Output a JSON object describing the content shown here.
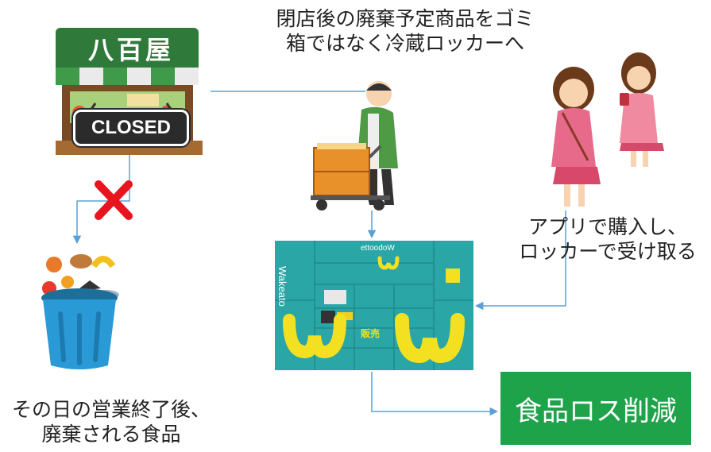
{
  "store_sign": "八百屋",
  "closed_label": "CLOSED",
  "top_caption": [
    "閉店後の廃棄予定商品をゴミ",
    "箱ではなく冷蔵ロッカーへ"
  ],
  "right_caption": [
    "アプリで購入し、",
    "ロッカーで受け取る"
  ],
  "bottom_left_caption": [
    "その日の営業終了後、",
    "廃棄される食品"
  ],
  "result_label": "食品ロス削減",
  "locker": {
    "brand": "ettoodoW",
    "brand_vertical": "Wakeato",
    "sticker_text": "販売",
    "cross_mark_color": "#e8141e"
  },
  "colors": {
    "line": "#5aa0d6",
    "locker": "#2aa6a6",
    "result": "#1fa34a",
    "sign": "#2f7a3a"
  }
}
